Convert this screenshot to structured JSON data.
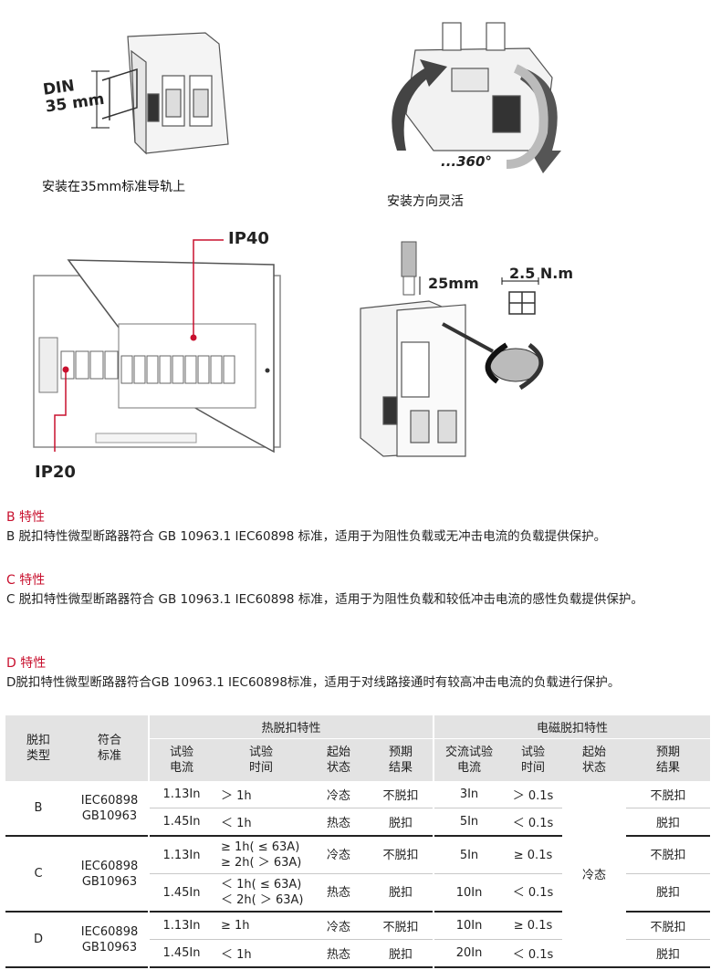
{
  "top_left": {
    "din_label_1": "DIN",
    "din_label_2": "35 mm",
    "caption": "安装在35mm标准导轨上"
  },
  "top_right": {
    "rotation_label": "...360°",
    "caption": "安装方向灵活"
  },
  "mid_left": {
    "ip_top": "IP40",
    "ip_bottom": "IP20"
  },
  "mid_right": {
    "strip_length": "25mm",
    "torque": "2.5 N.m"
  },
  "sections": [
    {
      "title": "B 特性",
      "body": "B 脱扣特性微型断路器符合 GB 10963.1  IEC60898 标准，适用于为阻性负载或无冲击电流的负载提供保护。"
    },
    {
      "title": "C 特性",
      "body": "C 脱扣特性微型断路器符合 GB  10963.1   IEC60898 标准，适用于为阻性负载和较低冲击电流的感性负载提供保护。"
    },
    {
      "title": "D 特性",
      "body": "D脱扣特性微型断路器符合GB 10963.1  IEC60898标准，适用于对线路接通时有较高冲击电流的负载进行保护。"
    }
  ],
  "table": {
    "col_type": "脱扣\n类型",
    "col_std": "符合\n标准",
    "group_thermal": "热脱扣特性",
    "group_magnetic": "电磁脱扣特性",
    "sub": [
      "试验\n电流",
      "试验\n时间",
      "起始\n状态",
      "预期\n结果",
      "交流试验\n电流",
      "试验\n时间",
      "起始\n状态",
      "预期\n结果"
    ],
    "shared_state": "冷态",
    "groups": [
      {
        "type": "B",
        "std": "IEC60898\nGB10963",
        "rows": [
          {
            "tc": "1.13In",
            "tt": "＞ 1h",
            "ts": "冷态",
            "tr": "不脱扣",
            "mc": "3In",
            "mt": "＞ 0.1s",
            "mr": "不脱扣"
          },
          {
            "tc": "1.45In",
            "tt": "＜ 1h",
            "ts": "热态",
            "tr": "脱扣",
            "mc": "5In",
            "mt": "＜ 0.1s",
            "mr": "脱扣"
          }
        ]
      },
      {
        "type": "C",
        "std": "IEC60898\nGB10963",
        "rows": [
          {
            "tc": "1.13In",
            "tt": "≥ 1h( ≤ 63A)\n≥ 2h( ＞ 63A)",
            "ts": "冷态",
            "tr": "不脱扣",
            "mc": "5In",
            "mt": "≥ 0.1s",
            "mr": "不脱扣"
          },
          {
            "tc": "1.45In",
            "tt": "＜ 1h( ≤ 63A)\n＜ 2h( ＞ 63A)",
            "ts": "热态",
            "tr": "脱扣",
            "mc": "10In",
            "mt": "＜ 0.1s",
            "mr": "脱扣"
          }
        ]
      },
      {
        "type": "D",
        "std": "IEC60898\nGB10963",
        "rows": [
          {
            "tc": "1.13In",
            "tt": "≥ 1h",
            "ts": "冷态",
            "tr": "不脱扣",
            "mc": "10In",
            "mt": "≥ 0.1s",
            "mr": "不脱扣"
          },
          {
            "tc": "1.45In",
            "tt": "＜ 1h",
            "ts": "热态",
            "tr": "脱扣",
            "mc": "20In",
            "mt": "＜ 0.1s",
            "mr": "脱扣"
          }
        ]
      }
    ]
  },
  "colors": {
    "accent": "#c8102e",
    "header_bg": "#e3e3e3"
  }
}
